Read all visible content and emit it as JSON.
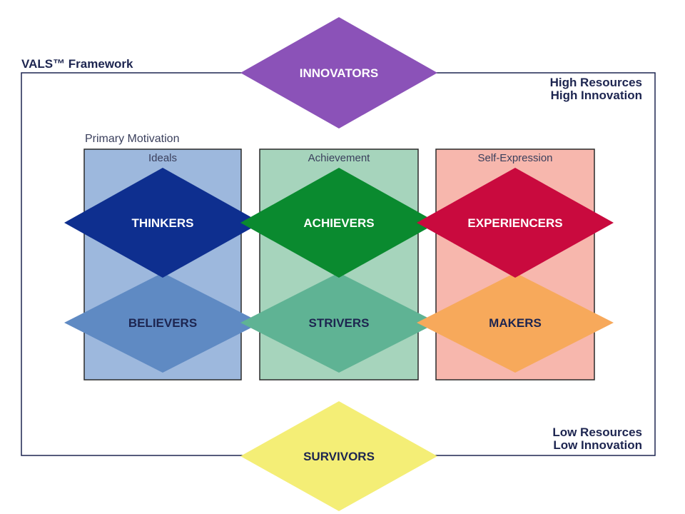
{
  "framework": {
    "title": "VALS™ Framework",
    "top_right": [
      "High Resources",
      "High Innovation"
    ],
    "bottom_right": [
      "Low Resources",
      "Low Innovation"
    ],
    "motivation_label": "Primary Motivation"
  },
  "columns": [
    {
      "name": "Ideals",
      "color": "#9db8dd"
    },
    {
      "name": "Achievement",
      "color": "#a6d4bc"
    },
    {
      "name": "Self-Expression",
      "color": "#f7b7ad"
    }
  ],
  "segments": {
    "innovators": {
      "label": "INNOVATORS",
      "fill": "#8b52b8",
      "text": "#ffffff"
    },
    "thinkers": {
      "label": "THINKERS",
      "fill": "#0e2f8f",
      "text": "#ffffff"
    },
    "achievers": {
      "label": "ACHIEVERS",
      "fill": "#0a8a2f",
      "text": "#ffffff"
    },
    "experiencers": {
      "label": "EXPERIENCERS",
      "fill": "#c90a3e",
      "text": "#ffffff"
    },
    "believers": {
      "label": "BELIEVERS",
      "fill": "#5f8ac3",
      "text": "#1d2550"
    },
    "strivers": {
      "label": "STRIVERS",
      "fill": "#5fb394",
      "text": "#1d2550"
    },
    "makers": {
      "label": "MAKERS",
      "fill": "#f7a95b",
      "text": "#1d2550"
    },
    "survivors": {
      "label": "SURVIVORS",
      "fill": "#f4ee76",
      "text": "#1d2550"
    }
  },
  "frame_color": "#1d2550"
}
